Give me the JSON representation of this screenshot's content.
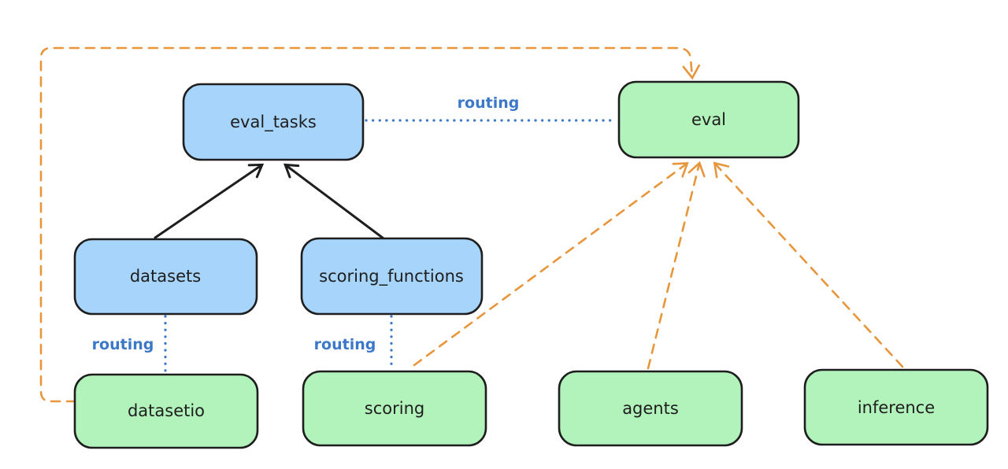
{
  "diagram": {
    "nodes": [
      {
        "id": "eval_tasks",
        "label": "eval_tasks",
        "color": "blue"
      },
      {
        "id": "eval",
        "label": "eval",
        "color": "green"
      },
      {
        "id": "datasets",
        "label": "datasets",
        "color": "blue"
      },
      {
        "id": "scoring_functions",
        "label": "scoring_functions",
        "color": "blue"
      },
      {
        "id": "datasetio",
        "label": "datasetio",
        "color": "green"
      },
      {
        "id": "scoring",
        "label": "scoring",
        "color": "green"
      },
      {
        "id": "agents",
        "label": "agents",
        "color": "green"
      },
      {
        "id": "inference",
        "label": "inference",
        "color": "green"
      }
    ],
    "edges": [
      {
        "from": "datasets",
        "to": "eval_tasks",
        "style": "solid",
        "color": "black",
        "label": ""
      },
      {
        "from": "scoring_functions",
        "to": "eval_tasks",
        "style": "solid",
        "color": "black",
        "label": ""
      },
      {
        "from": "eval_tasks",
        "to": "eval",
        "style": "dotted",
        "color": "blue",
        "label": "routing"
      },
      {
        "from": "datasets",
        "to": "datasetio",
        "style": "dotted",
        "color": "blue",
        "label": "routing"
      },
      {
        "from": "scoring_functions",
        "to": "scoring",
        "style": "dotted",
        "color": "blue",
        "label": "routing"
      },
      {
        "from": "scoring",
        "to": "eval",
        "style": "dashed",
        "color": "orange",
        "label": ""
      },
      {
        "from": "agents",
        "to": "eval",
        "style": "dashed",
        "color": "orange",
        "label": ""
      },
      {
        "from": "inference",
        "to": "eval",
        "style": "dashed",
        "color": "orange",
        "label": ""
      },
      {
        "from": "datasetio",
        "to": "eval",
        "style": "dashed",
        "color": "orange",
        "label": ""
      }
    ]
  },
  "colors": {
    "background": "#ffffff",
    "node_blue_fill": "#a6d4fa",
    "node_green_fill": "#b2f2bb",
    "node_border": "#1e1e1e",
    "black_arrow": "#1e1e1e",
    "routing_blue": "#3b78c8",
    "orange_dashed": "#e8963c"
  }
}
